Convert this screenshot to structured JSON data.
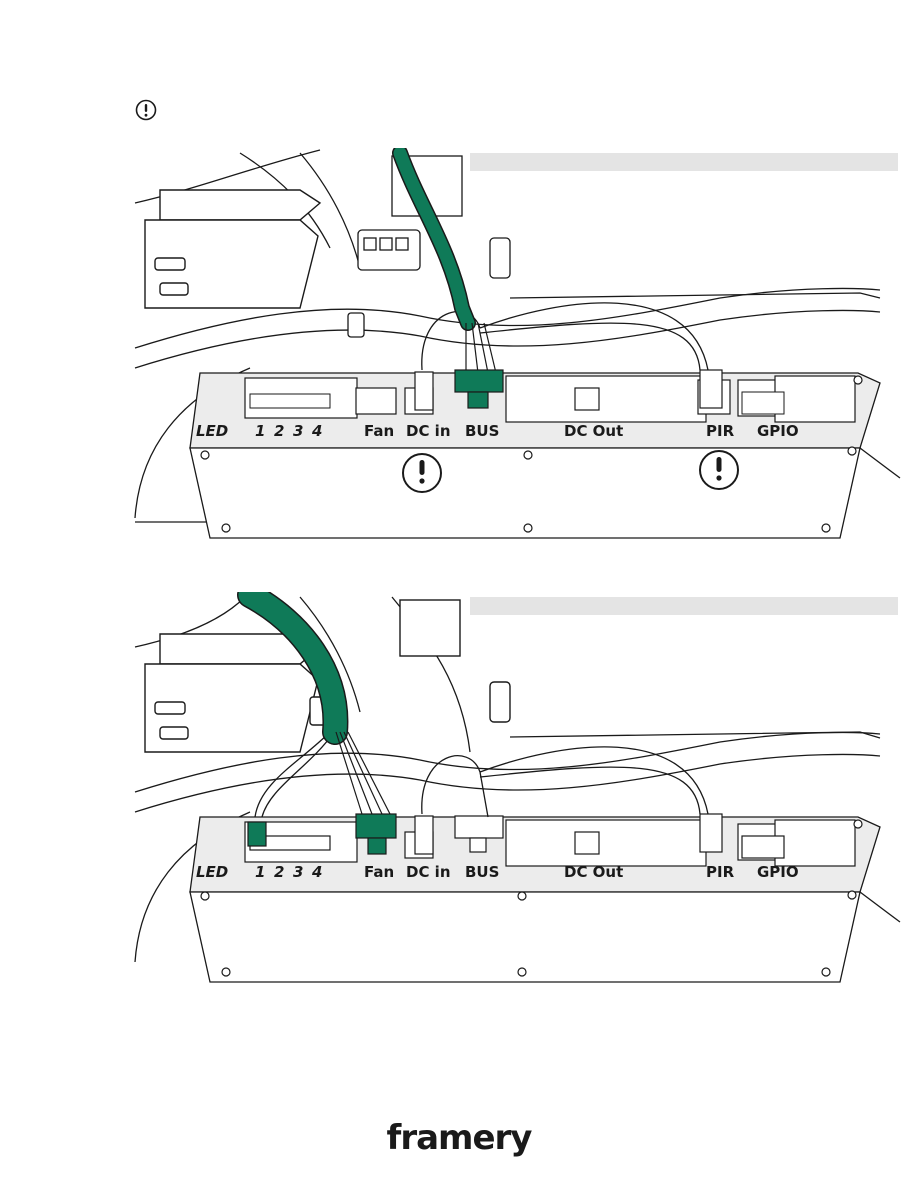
{
  "note": {
    "icon": "exclamation-circle-icon"
  },
  "diagrams": [
    {
      "ports": {
        "led": "LED",
        "led1": "1",
        "led2": "2",
        "led3": "3",
        "led4": "4",
        "fan": "Fan",
        "dc_in": "DC in",
        "bus": "BUS",
        "dc_out": "DC Out",
        "pir": "PIR",
        "gpio": "GPIO"
      },
      "highlighted_connectors": [
        "BUS"
      ],
      "warning_icons": [
        "exclamation-circle-icon",
        "exclamation-circle-icon"
      ]
    },
    {
      "ports": {
        "led": "LED",
        "led1": "1",
        "led2": "2",
        "led3": "3",
        "led4": "4",
        "fan": "Fan",
        "dc_in": "DC in",
        "bus": "BUS",
        "dc_out": "DC Out",
        "pir": "PIR",
        "gpio": "GPIO"
      },
      "highlighted_connectors": [
        "LED 1",
        "Fan"
      ]
    }
  ],
  "colors": {
    "highlight": "#0f7a58",
    "outline": "#1a1a1a",
    "panel": "#e6e6e6",
    "bar": "#e4e4e4"
  },
  "footer": {
    "logo": "framery"
  }
}
